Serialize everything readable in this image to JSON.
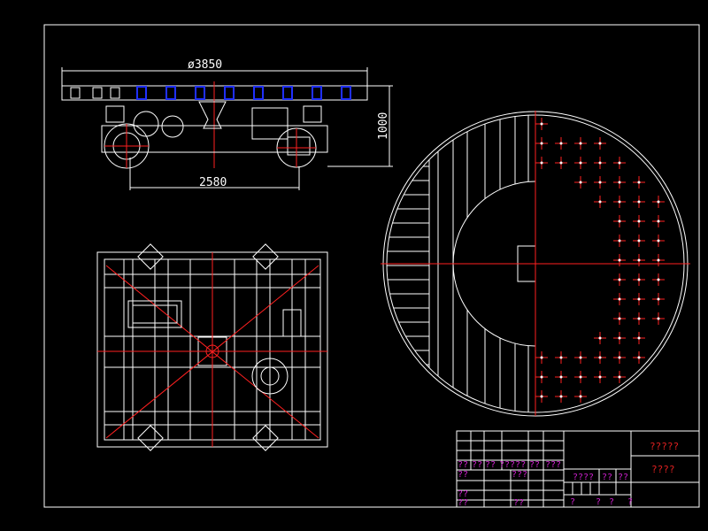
{
  "drawing": {
    "dimensions": {
      "diameter": "ø3850",
      "wheelbase": "2580",
      "height": "1000"
    },
    "colors": {
      "background": "#000000",
      "lines": "#ffffff",
      "centerlines": "#ff2020",
      "hidden": "#2030ff",
      "title_text": "#d020d0"
    },
    "title_block": {
      "header_labels": [
        "??",
        "??",
        "??",
        "?????",
        "??",
        "???"
      ],
      "row2_labels": [
        "??",
        "???"
      ],
      "row4_label": "??",
      "row5_labels": [
        "??",
        "??"
      ],
      "mid_labels": [
        "????",
        "??",
        "??"
      ],
      "bottom_labels": [
        "?",
        "?",
        "?",
        "?"
      ],
      "name": "?????",
      "code": "????"
    }
  }
}
